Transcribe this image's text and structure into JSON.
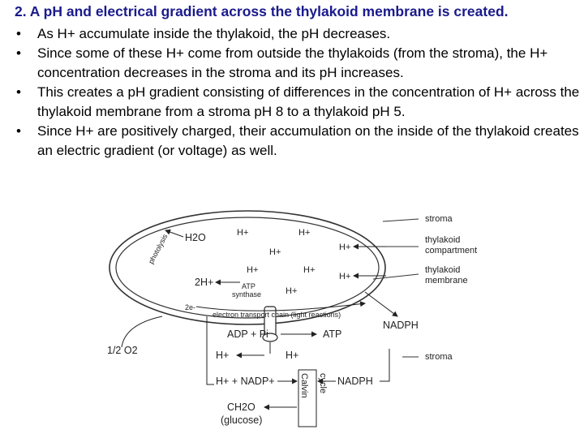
{
  "slide": {
    "heading": "2. A pH and electrical gradient across the thylakoid membrane is created.",
    "bullets": [
      "As H+ accumulate inside the thylakoid, the pH decreases.",
      "Since some of these H+ come from outside the thylakoids (from the stroma), the H+ concentration decreases in the stroma and its pH increases.",
      "This creates a pH gradient consisting of differences in the concentration of H+ across the thylakoid membrane from a stroma pH 8 to a thylakoid pH 5.",
      "Since H+ are positively charged, their accumulation on the inside of the thylakoid creates an electric gradient (or voltage) as well."
    ]
  },
  "diagram": {
    "labels": {
      "stroma_top": "stroma",
      "thylakoid_compartment_1": "thylakoid",
      "thylakoid_compartment_2": "compartment",
      "thylakoid_membrane_1": "thylakoid",
      "thylakoid_membrane_2": "membrane",
      "stroma_bottom": "stroma",
      "photolysis": "photolysis",
      "h2o": "H2O",
      "two_h": "2H+",
      "two_e": "2e-",
      "electron_transport": "electron transport chain (light reactions)",
      "atp_synthase_1": "ATP",
      "atp_synthase_2": "synthase",
      "adp_pi": "ADP + Pi",
      "atp": "ATP",
      "nadph_top": "NADPH",
      "half_o2": "1/2 O2",
      "h_left": "H+",
      "h_center": "H+",
      "h_nadp": "H+ + NADP+",
      "nadph_bottom": "NADPH",
      "calvin": "Calvin",
      "cycle": "cycle",
      "ch2o": "CH2O",
      "glucose": "(glucose)"
    },
    "h_ions": [
      "H+",
      "H+",
      "H+",
      "H+",
      "H+",
      "H+",
      "H+",
      "H+"
    ]
  }
}
